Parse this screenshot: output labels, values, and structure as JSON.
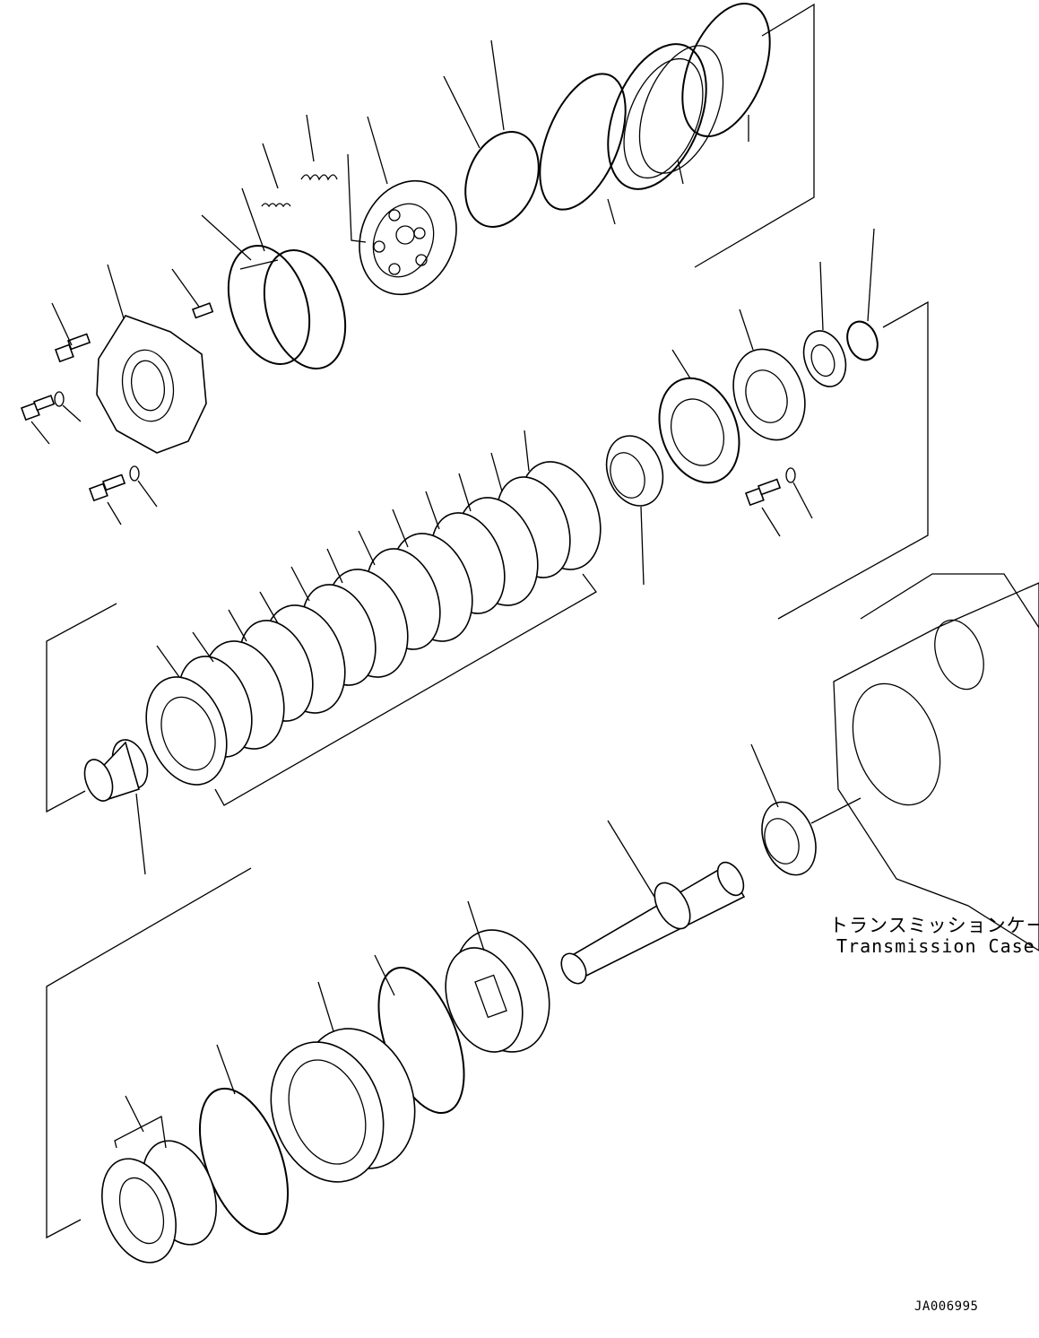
{
  "diagram": {
    "type": "exploded-parts-view",
    "reference_labels": {
      "japanese_name": "トランスミッションケース",
      "english_name": "Transmission Case"
    },
    "drawing_code": "JA006995"
  }
}
